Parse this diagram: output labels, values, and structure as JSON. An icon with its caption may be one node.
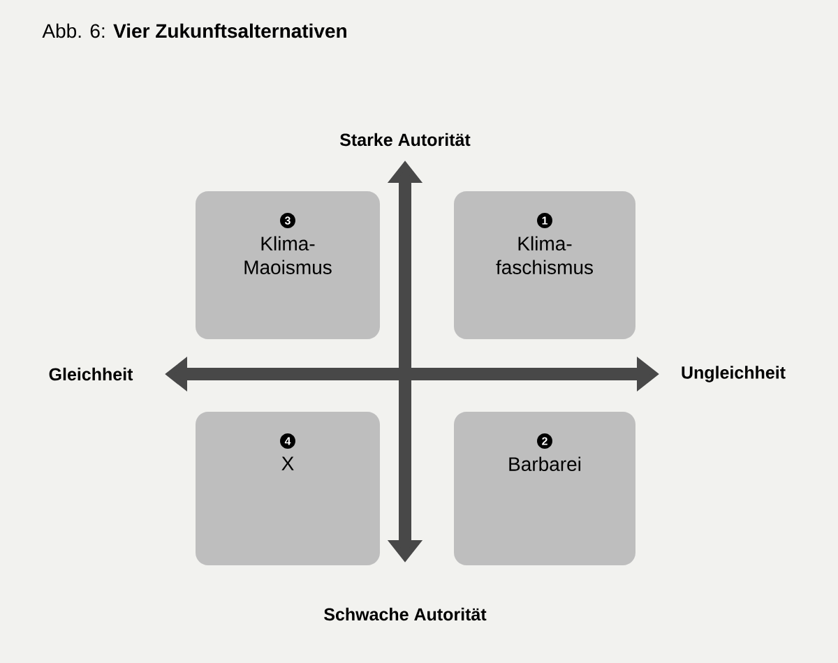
{
  "diagram": {
    "title": "Abb. 6: **Vier Zukunftsalternativen**",
    "nodes": [
      {
        "text": [
          "3",
          "Klima-Maoismus"
        ]
      },
      {
        "text": [
          "1",
          "Klima-faschismus"
        ]
      },
      {
        "text": [
          "4",
          "X"
        ]
      },
      {
        "text": [
          "2",
          "Barbarei"
        ]
      }
    ],
    "labels": [
      "Starke Autorität",
      "Gleichheit",
      "Ungleichheit",
      "Schwache Autorität"
    ]
  }
}
